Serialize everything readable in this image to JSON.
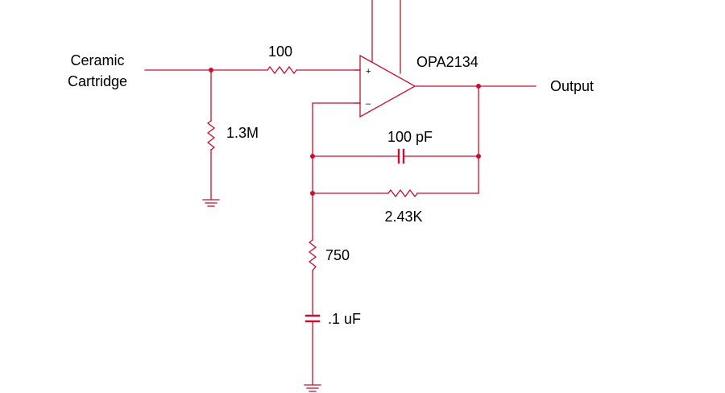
{
  "colors": {
    "wire": "#c8102e",
    "text": "#000000",
    "background": "#ffffff"
  },
  "labels": {
    "input_line1": "Ceramic",
    "input_line2": "Cartridge",
    "r_input": "100",
    "r_load": "1.3M",
    "opamp": "OPA2134",
    "opamp_plus": "+",
    "opamp_minus": "–",
    "output": "Output",
    "c_feedback": "100 pF",
    "r_feedback": "2.43K",
    "r_ground": "750",
    "c_ground": ".1 uF"
  },
  "icons": {
    "opamp": "opamp-triangle-icon",
    "resistor": "resistor-zigzag-icon",
    "capacitor": "capacitor-icon",
    "ground": "ground-icon",
    "junction": "junction-dot-icon"
  }
}
